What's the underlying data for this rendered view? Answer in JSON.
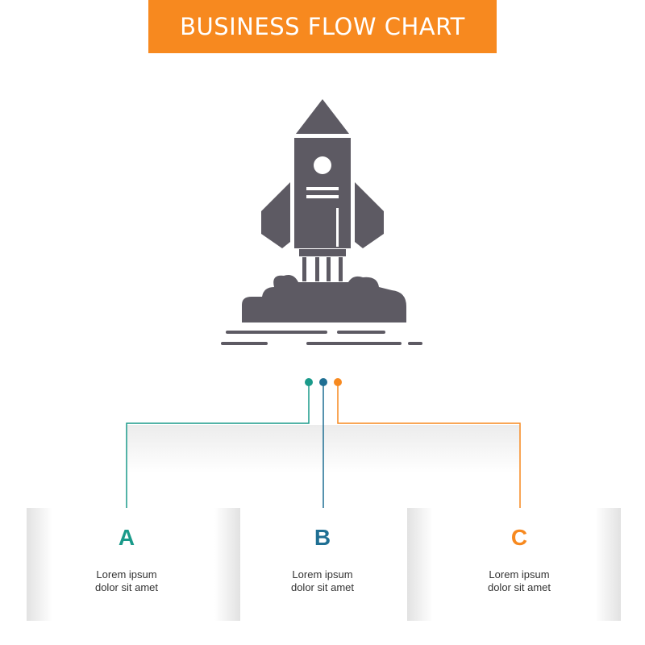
{
  "header": {
    "title": "BUSINESS FLOW CHART"
  },
  "colors": {
    "banner": "#f7891f",
    "icon": "#5d5a63",
    "branch_a": "#1a9a8a",
    "branch_b": "#1f6f93",
    "branch_c": "#f7891f",
    "panel_shadow": "#e6e6e6"
  },
  "icon": {
    "name": "rocket-launch-icon"
  },
  "steps": [
    {
      "letter": "A",
      "line1": "Lorem ipsum",
      "line2": "dolor sit amet"
    },
    {
      "letter": "B",
      "line1": "Lorem ipsum",
      "line2": "dolor sit amet"
    },
    {
      "letter": "C",
      "line1": "Lorem ipsum",
      "line2": "dolor sit amet"
    }
  ]
}
